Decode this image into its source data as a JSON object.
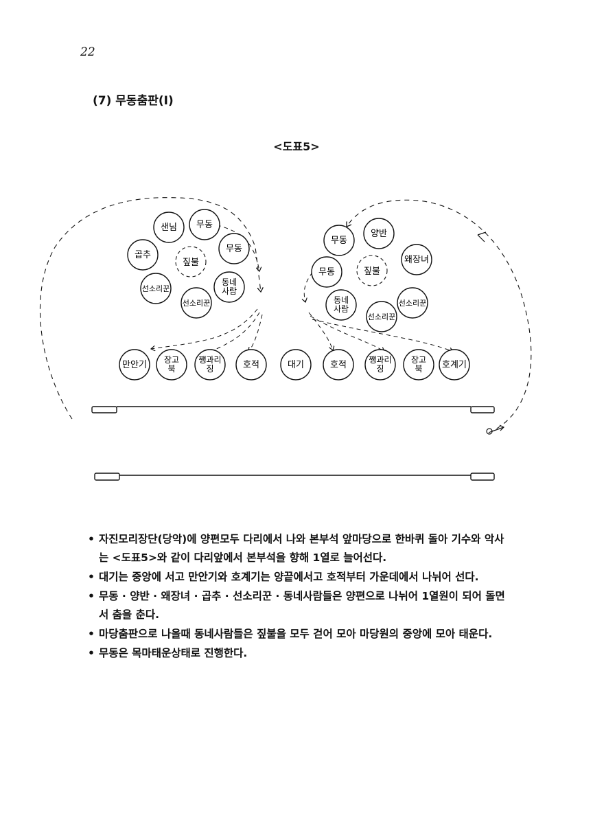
{
  "page": {
    "number": "22"
  },
  "section": {
    "title": "(7) 무동춤판(I)"
  },
  "figure": {
    "caption": "<도표5>",
    "left_group": {
      "circle_labels": [
        "샌님",
        "무동",
        "곱추",
        "무동",
        "선소리꾼",
        "동네\n사람",
        "선소리꾼"
      ],
      "center_label": "짚불"
    },
    "right_group": {
      "circle_labels": [
        "무동",
        "양반",
        "무동",
        "왜장녀",
        "동네\n사람",
        "선소리꾼",
        "선소리꾼"
      ],
      "center_label": "짚불"
    },
    "front_row": [
      "만안기",
      "장고\n북",
      "쨍과리\n징",
      "호적",
      "대기",
      "호적",
      "쨍과리\n징",
      "장고\n북",
      "호계기"
    ]
  },
  "notes": {
    "items": [
      "자진모리장단(당악)에 양편모두 다리에서 나와 본부석 앞마당으로 한바퀴 돌아 기수와 악사는 <도표5>와 같이 다리앞에서 본부석을 향해 1열로 늘어선다.",
      "대기는 중앙에 서고 만안기와 호계기는 양끝에서고 호적부터 가운데에서 나뉘어 선다.",
      "무동 · 양반 · 왜장녀 · 곱추 · 선소리꾼 · 동네사람들은 양편으로 나뉘어 1열원이 되어 돌면서 춤을 춘다.",
      "마당춤판으로 나올때 동네사람들은 짚불을 모두 걷어 모아 마당원의 중앙에 모아 태운다.",
      "무동은 목마태운상태로 진행한다."
    ]
  }
}
